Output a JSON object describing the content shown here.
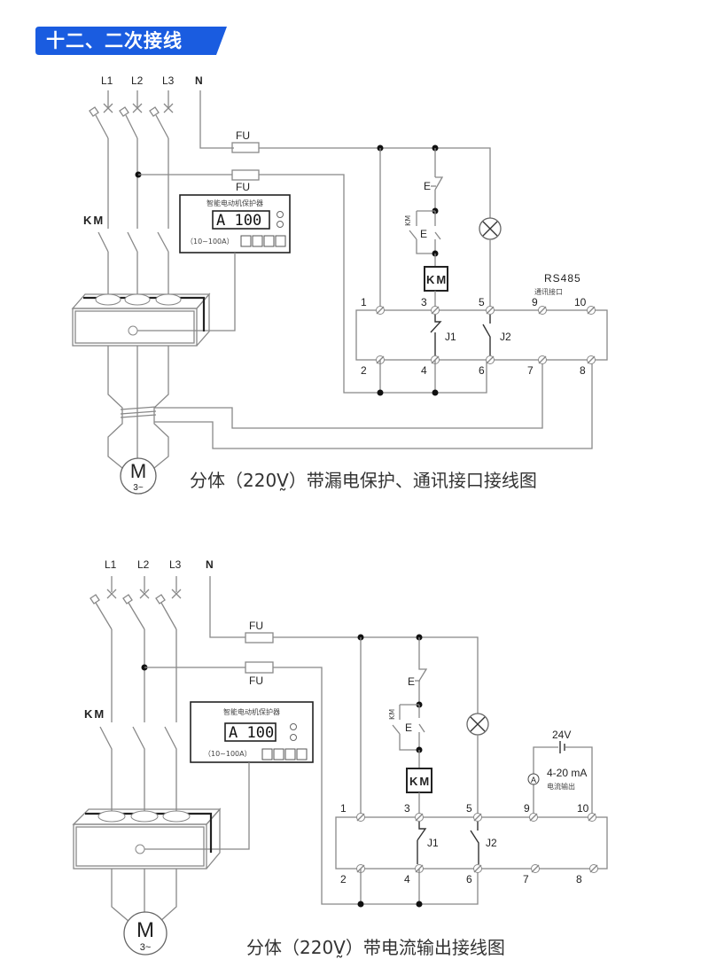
{
  "section_header": {
    "title": "十二、二次接线",
    "color": "#1a5ce0"
  },
  "diagrams": [
    {
      "caption": "分体（220V̰）带漏电保护、通讯接口接线图",
      "phases": [
        "L1",
        "L2",
        "L3"
      ],
      "neutral": "N",
      "fuse_label": "FU",
      "contactor_label": "KM",
      "coil_label": "KM",
      "estop_label": "E",
      "start_label": "E",
      "aux_label": "KM",
      "motor_label": "M",
      "motor_sub": "3~",
      "protector": {
        "title": "智能电动机保护器",
        "display": "A 100",
        "range": "（10~100A）"
      },
      "terminals": [
        "1",
        "2",
        "3",
        "4",
        "5",
        "6",
        "7",
        "8",
        "9",
        "10"
      ],
      "relays": [
        "J1",
        "J2"
      ],
      "comm_label_1": "RS485",
      "comm_label_2": "通讯接口"
    },
    {
      "caption": "分体（220V̰）带电流输出接线图",
      "phases": [
        "L1",
        "L2",
        "L3"
      ],
      "neutral": "N",
      "fuse_label": "FU",
      "contactor_label": "KM",
      "coil_label": "KM",
      "estop_label": "E",
      "start_label": "E",
      "aux_label": "KM",
      "motor_label": "M",
      "motor_sub": "3~",
      "protector": {
        "title": "智能电动机保护器",
        "display": "A 100",
        "range": "（10~100A）"
      },
      "terminals": [
        "1",
        "2",
        "3",
        "4",
        "5",
        "6",
        "7",
        "8",
        "9",
        "10"
      ],
      "relays": [
        "J1",
        "J2"
      ],
      "supply_label": "24V",
      "ammeter_label": "A",
      "output_label_1": "4-20 mA",
      "output_label_2": "电流输出"
    }
  ]
}
